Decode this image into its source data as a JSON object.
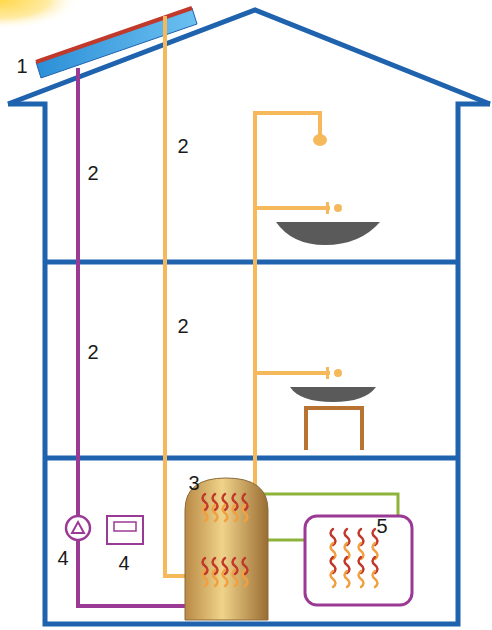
{
  "diagram": {
    "labels": [
      "1",
      "2",
      "2",
      "2",
      "2",
      "3",
      "5",
      "4",
      "4"
    ]
  }
}
